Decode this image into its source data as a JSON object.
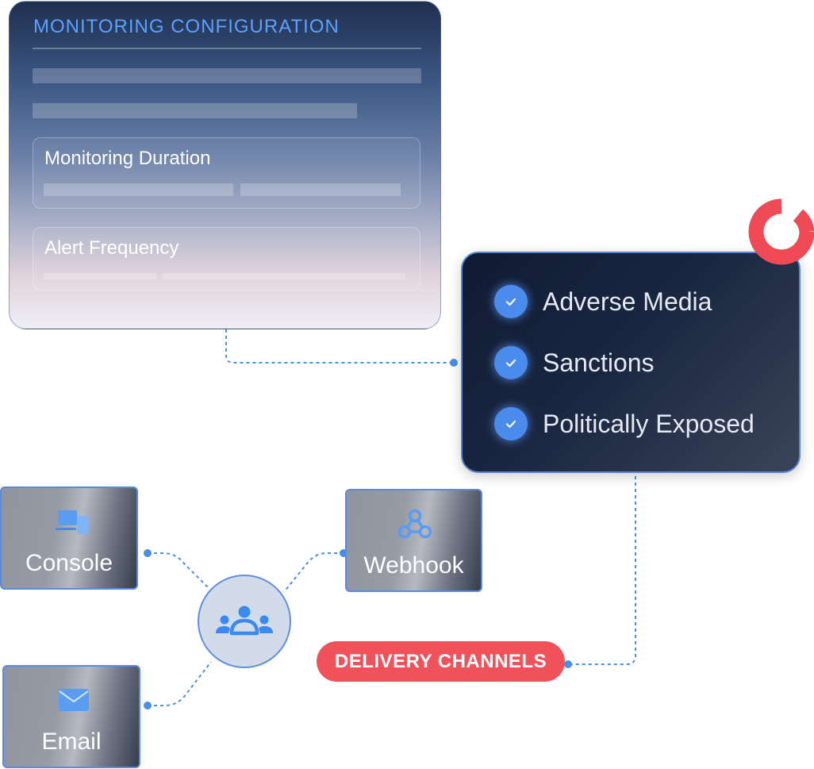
{
  "monitoring_configuration": {
    "title": "MONITORING CONFIGURATION",
    "fields": [
      {
        "label": "Monitoring Duration"
      },
      {
        "label": "Alert Frequency"
      }
    ]
  },
  "screening_types": {
    "items": [
      {
        "label": "Adverse Media",
        "checked": true
      },
      {
        "label": "Sanctions",
        "checked": true
      },
      {
        "label": "Politically Exposed",
        "checked": true
      }
    ]
  },
  "delivery": {
    "label": "DELIVERY CHANNELS",
    "channels": [
      {
        "label": "Console",
        "icon": "devices-icon"
      },
      {
        "label": "Webhook",
        "icon": "webhook-icon"
      },
      {
        "label": "Email",
        "icon": "envelope-icon"
      }
    ],
    "hub_icon": "team-icon"
  },
  "colors": {
    "accent_blue": "#4a8cec",
    "title_blue": "#5aa2ff",
    "alert_red": "#f0525b",
    "connector": "#4a90e2"
  }
}
